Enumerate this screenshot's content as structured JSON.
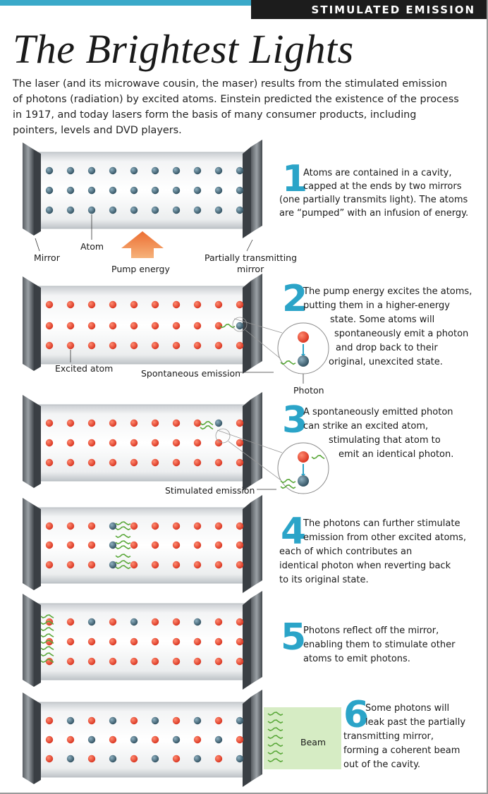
{
  "header": {
    "section": "STIMULATED EMISSION",
    "title": "The Brightest Lights",
    "intro_lines": [
      "The laser (and its microwave cousin, the maser) results from the stimulated emission",
      "of photons (radiation) by excited atoms. Einstein predicted the existence of the process",
      "in 1917, and today lasers form the basis of many consumer products, including",
      "pointers, levels and DVD players."
    ]
  },
  "steps": [
    {
      "number": "1",
      "lines": [
        "Atoms are contained in a cavity,",
        "capped at the ends by two mirrors",
        "(one partially transmits light). The atoms",
        "are “pumped” with an infusion of energy."
      ]
    },
    {
      "number": "2",
      "lines": [
        "The pump energy excites the atoms,",
        "putting them in a higher-energy",
        "state. Some atoms will",
        "spontaneously emit a photon",
        "and drop back to their",
        "original, unexcited state."
      ]
    },
    {
      "number": "3",
      "lines": [
        "A spontaneously emitted photon",
        "can strike an excited atom,",
        "stimulating that atom to",
        "emit an identical photon."
      ]
    },
    {
      "number": "4",
      "lines": [
        "The photons can further stimulate",
        "emission from other excited atoms,",
        "each of which contributes an",
        "identical photon when reverting back",
        "to its original state."
      ]
    },
    {
      "number": "5",
      "lines": [
        "Photons reflect off the mirror,",
        "enabling them to stimulate other",
        "atoms to emit photons."
      ]
    },
    {
      "number": "6",
      "lines": [
        "Some photons will",
        "leak past the partially",
        "transmitting mirror,",
        "forming a coherent beam",
        "out of the cavity."
      ]
    }
  ],
  "labels": {
    "mirror": "Mirror",
    "atom": "Atom",
    "pump_energy": "Pump energy",
    "partial_mirror_1": "Partially transmitting",
    "partial_mirror_2": "mirror",
    "excited_atom": "Excited atom",
    "spontaneous_emission": "Spontaneous emission",
    "photon": "Photon",
    "stimulated_emission": "Stimulated emission",
    "beam": "Beam"
  },
  "colors": {
    "accent": "#2ba4c8",
    "excited_atom": "#e8402a",
    "ground_atom": "#3d5f70",
    "photon": "#5aa83a",
    "pump_arrow": "#f08a4a",
    "beam": "#d6ecc4"
  }
}
